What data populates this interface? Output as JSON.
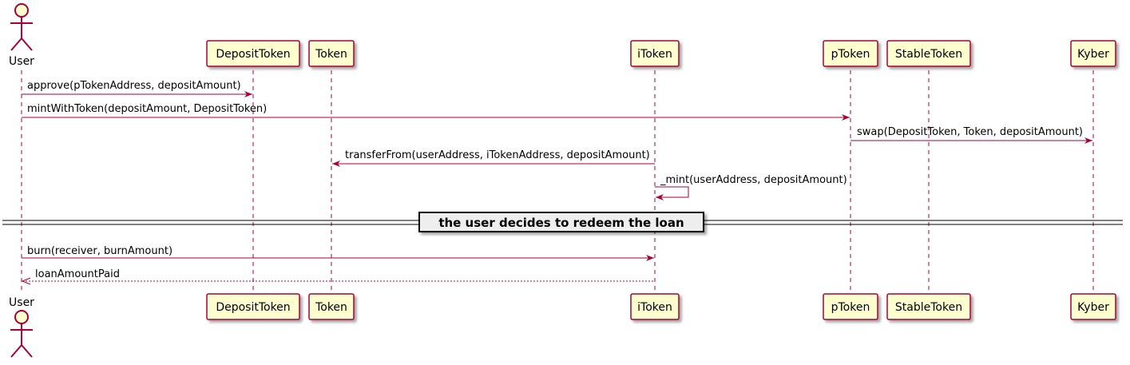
{
  "participants": [
    {
      "id": "user",
      "name": "User",
      "kind": "actor"
    },
    {
      "id": "deposit",
      "name": "DepositToken",
      "kind": "participant"
    },
    {
      "id": "token",
      "name": "Token",
      "kind": "participant"
    },
    {
      "id": "itoken",
      "name": "iToken",
      "kind": "participant"
    },
    {
      "id": "ptoken",
      "name": "pToken",
      "kind": "participant"
    },
    {
      "id": "stable",
      "name": "StableToken",
      "kind": "participant"
    },
    {
      "id": "kyber",
      "name": "Kyber",
      "kind": "participant"
    }
  ],
  "messages": [
    {
      "from": "user",
      "to": "deposit",
      "label": "approve(pTokenAddress, depositAmount)",
      "style": "solid"
    },
    {
      "from": "user",
      "to": "ptoken",
      "label": "mintWithToken(depositAmount, DepositToken)",
      "style": "solid"
    },
    {
      "from": "ptoken",
      "to": "kyber",
      "label": "swap(DepositToken, Token, depositAmount)",
      "style": "solid"
    },
    {
      "from": "itoken",
      "to": "token",
      "label": "transferFrom(userAddress, iTokenAddress, depositAmount)",
      "style": "solid"
    },
    {
      "from": "itoken",
      "to": "itoken",
      "label": "_mint(userAddress, depositAmount)",
      "style": "self"
    },
    {
      "from": "user",
      "to": "itoken",
      "label": "burn(receiver, burnAmount)",
      "style": "solid"
    },
    {
      "from": "itoken",
      "to": "user",
      "label": "loanAmountPaid",
      "style": "dashed"
    }
  ],
  "divider": {
    "label": "the user decides to redeem the loan"
  },
  "colors": {
    "arrow": "#A80036",
    "participant_fill": "#FEFECE",
    "participant_border": "#A80036",
    "divider_fill": "#EEEEEE"
  }
}
